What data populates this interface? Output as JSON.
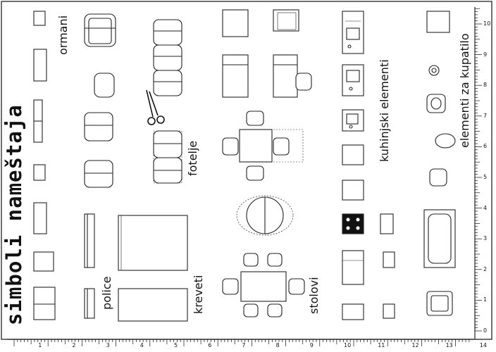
{
  "title": "simboli nameštaja",
  "categories": {
    "ormani": "ormani",
    "fotelje": "fotelje",
    "police": "police",
    "kreveti": "kreveti",
    "stolovi": "stolovi",
    "kuhinjski": "kuhinjski elementi",
    "kupatilo": "elementi za kupatilo"
  },
  "ruler_bottom": [
    "1",
    "2",
    "3",
    "4",
    "5",
    "6",
    "7",
    "8",
    "9",
    "10",
    "11",
    "12",
    "13",
    "14"
  ],
  "ruler_right": [
    "0",
    "1",
    "2",
    "3",
    "4",
    "5",
    "6",
    "7",
    "8",
    "9",
    "10"
  ],
  "icons": {
    "scissors": "scissors-icon"
  }
}
